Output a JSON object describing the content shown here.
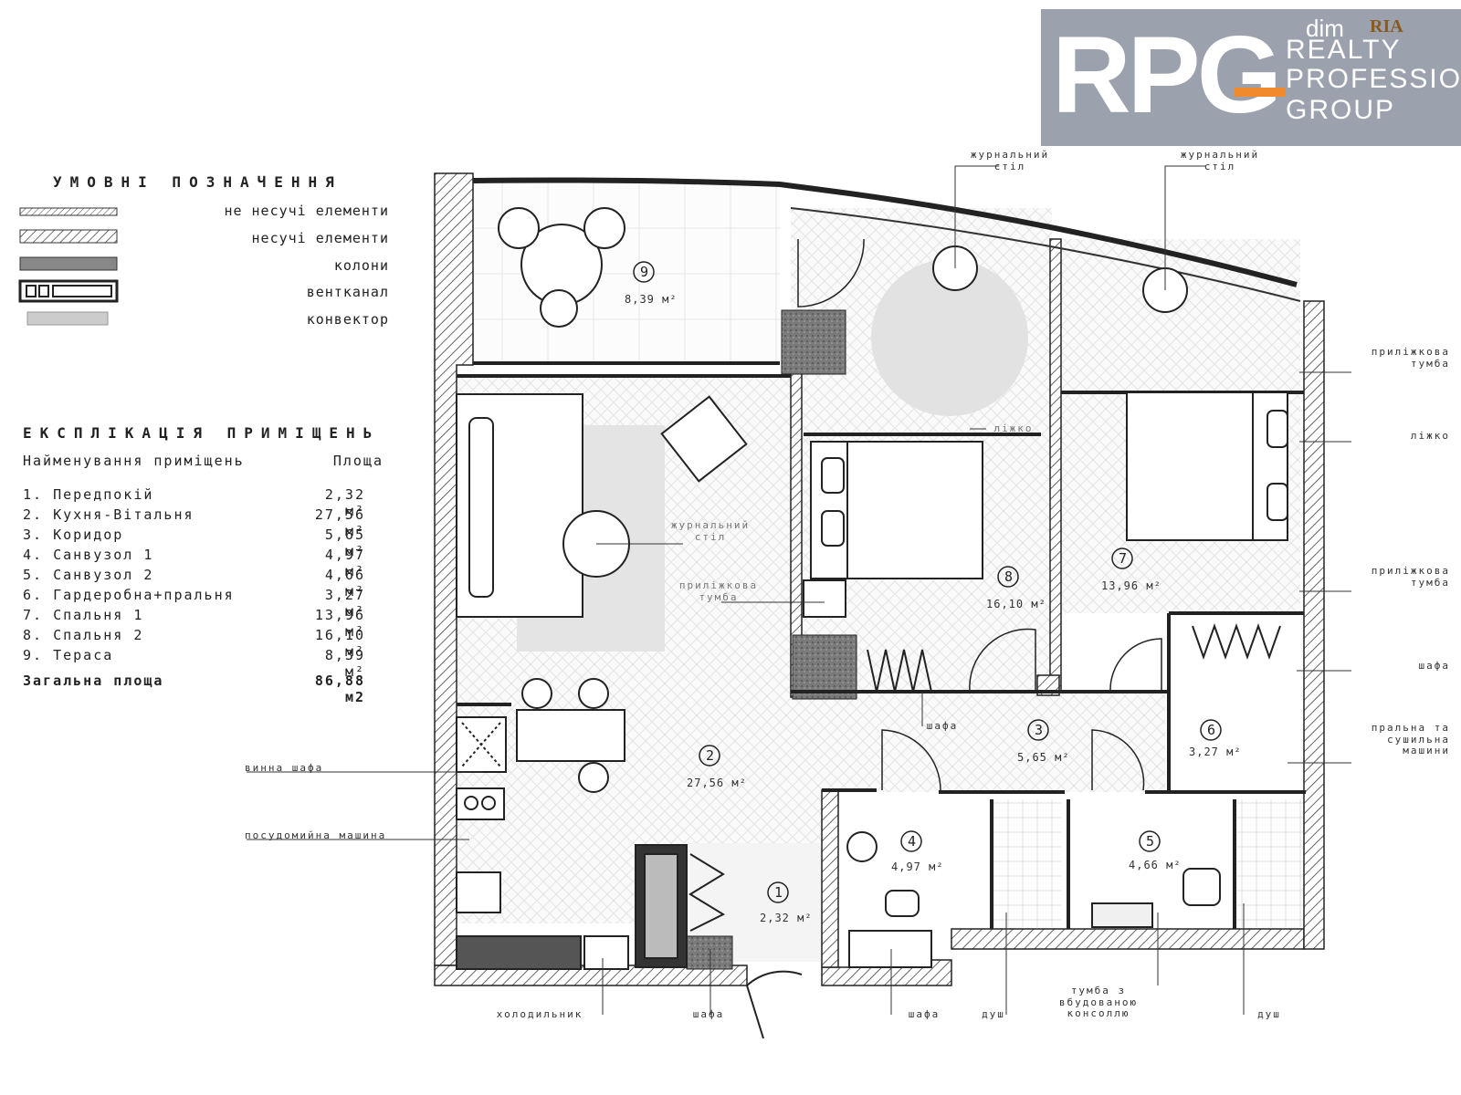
{
  "logo": {
    "brand": "RPG",
    "lines": [
      "REALTY",
      "PROFESSIO",
      "GROUP"
    ],
    "partner": "dim",
    "partner_mark": "RIA",
    "bg_color": "#9ba2ae",
    "accent_color": "#f08a2c"
  },
  "legend": {
    "title": "УМОВНІ ПОЗНАЧЕННЯ",
    "items": [
      {
        "label": "не несучі елементи",
        "icon": "non-load-bearing-wall-swatch"
      },
      {
        "label": "несучі елементи",
        "icon": "load-bearing-wall-swatch"
      },
      {
        "label": "колони",
        "icon": "column-swatch"
      },
      {
        "label": "вентканал",
        "icon": "vent-channel-swatch"
      },
      {
        "label": "конвектор",
        "icon": "convector-swatch"
      }
    ]
  },
  "explication": {
    "title": "ЕКСПЛІКАЦІЯ ПРИМІЩЕНЬ",
    "col_name": "Найменування приміщень",
    "col_area": "Площа",
    "rooms": [
      {
        "name": "1. Передпокій",
        "area": "2,32 м²"
      },
      {
        "name": "2. Кухня-Вітальня",
        "area": "27,56 м²"
      },
      {
        "name": "3. Коридор",
        "area": "5,65 м²"
      },
      {
        "name": "4. Санвузол 1",
        "area": "4,97 м²"
      },
      {
        "name": "5. Санвузол 2",
        "area": "4,66 м²"
      },
      {
        "name": "6. Гардеробна+пральня",
        "area": "3,27 м²"
      },
      {
        "name": "7. Спальня 1",
        "area": "13,96 м²"
      },
      {
        "name": "8. Спальня 2",
        "area": "16,10 м²"
      },
      {
        "name": "9. Тераса",
        "area": "8,39 м²"
      }
    ],
    "total_label": "Загальна площа",
    "total_value": "86,88 м2"
  },
  "plan_rooms": [
    {
      "num": "1",
      "area": "2,32 м²"
    },
    {
      "num": "2",
      "area": "27,56 м²"
    },
    {
      "num": "3",
      "area": "5,65 м²"
    },
    {
      "num": "4",
      "area": "4,97 м²"
    },
    {
      "num": "5",
      "area": "4,66 м²"
    },
    {
      "num": "6",
      "area": "3,27 м²"
    },
    {
      "num": "7",
      "area": "13,96 м²"
    },
    {
      "num": "8",
      "area": "16,10 м²"
    },
    {
      "num": "9",
      "area": "8,39 м²"
    }
  ],
  "annotations": {
    "coffee_table_a": "журнальний стіл",
    "coffee_table_b": "журнальний стіл",
    "coffee_table_living": "журнальний стіл",
    "nightstand_living": "приліжкова тумба",
    "bed_8": "ліжко",
    "nightstand_right_top": "приліжкова тумба",
    "bed_right": "ліжко",
    "nightstand_right_bottom": "приліжкова тумба",
    "wardrobe_right": "шафа",
    "washer_dryer": "пральна та сушильна машини",
    "wardrobe_corridor": "шафа",
    "wine_cabinet": "винна шафа",
    "dishwasher": "посудомийна машина",
    "fridge": "холодильник",
    "wardrobe_hall": "шафа",
    "wardrobe_bath": "шафа",
    "shower_1": "душ",
    "vanity": "тумба з вбудованою консоллю",
    "shower_2": "душ"
  }
}
